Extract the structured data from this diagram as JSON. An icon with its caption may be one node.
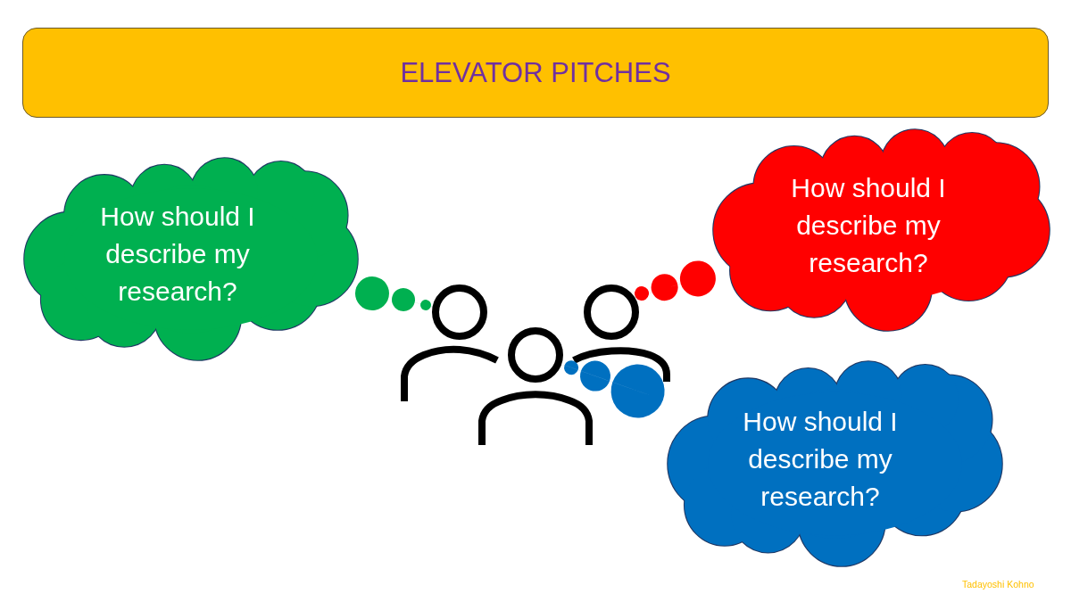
{
  "diagram": {
    "title": "ELEVATOR PITCHES",
    "nodes": [
      {
        "text": [
          "How should I describe my research?"
        ]
      },
      {
        "text": [
          "How should I describe my research?"
        ]
      },
      {
        "text": [],
        "shape": "person"
      },
      {
        "text": [],
        "shape": "person"
      },
      {
        "text": [],
        "shape": "person"
      },
      {
        "text": [
          "How should I describe my research?"
        ]
      }
    ],
    "edges": [
      {
        "from": 2,
        "to": 0,
        "arrow": "none",
        "color": "#00b050"
      },
      {
        "from": 3,
        "to": 1,
        "arrow": "none",
        "color": "#ff0000"
      },
      {
        "from": 4,
        "to": 5,
        "arrow": "none",
        "color": "#0070c0"
      }
    ],
    "labels": [
      "Tadayoshi Kohno"
    ]
  }
}
